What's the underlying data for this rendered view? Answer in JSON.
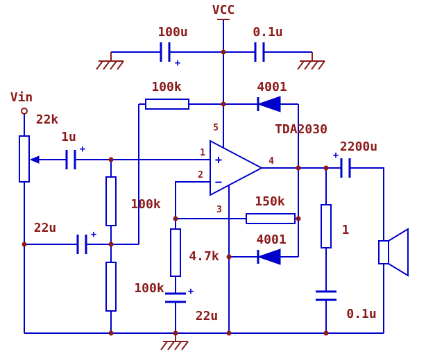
{
  "colors": {
    "wire": "#0000CD",
    "label": "#8B1A1A",
    "junction": "#8B1A1A",
    "bg": "#FFFFFF"
  },
  "power": {
    "vcc": "VCC"
  },
  "input": {
    "vin": "Vin"
  },
  "ic": {
    "name": "TDA2030",
    "pins": {
      "p1": "1",
      "p2": "2",
      "p3": "3",
      "p4": "4",
      "p5": "5"
    },
    "noninverting": "+",
    "inverting": "−"
  },
  "components": {
    "c_bulk": {
      "value": "100u",
      "plus": "+"
    },
    "c_bypass": {
      "value": "0.1u"
    },
    "r_top": {
      "value": "100k"
    },
    "d_top": {
      "value": "4001"
    },
    "pot": {
      "value": "22k"
    },
    "c_in": {
      "value": "1u",
      "plus": "+"
    },
    "r_mid": {
      "value": "100k"
    },
    "c_bias": {
      "value": "22u",
      "plus": "+"
    },
    "r_bot": {
      "value": "100k"
    },
    "r_fb": {
      "value": "150k"
    },
    "d_bot": {
      "value": "4001"
    },
    "r_gnd": {
      "value": "4.7k"
    },
    "c_fb": {
      "value": "22u",
      "plus": "+"
    },
    "c_out": {
      "value": "2200u",
      "plus": "+"
    },
    "r_zobel": {
      "value": "1"
    },
    "c_zobel": {
      "value": "0.1u"
    }
  }
}
